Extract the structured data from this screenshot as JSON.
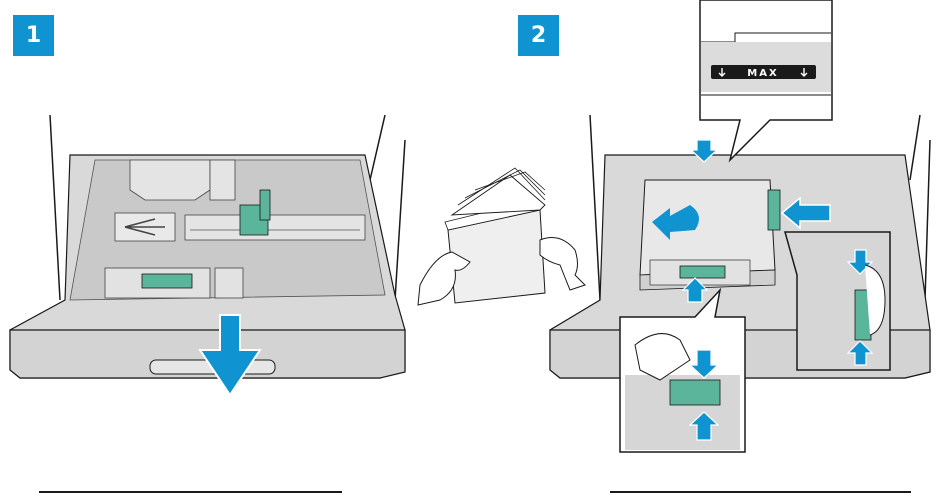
{
  "steps": [
    {
      "number": "1"
    },
    {
      "number": "2"
    }
  ],
  "max_label": "MAX",
  "colors": {
    "accent": "#0f93d1",
    "tray_fill": "#d9d9d9",
    "tray_dark": "#bfbfbf",
    "guide": "#5bb59a",
    "outline": "#1a1a1a",
    "paper": "#efefef"
  },
  "icons": [
    "arrow-icon",
    "down-arrow-icon",
    "left-arrow-icon",
    "up-arrow-icon"
  ]
}
